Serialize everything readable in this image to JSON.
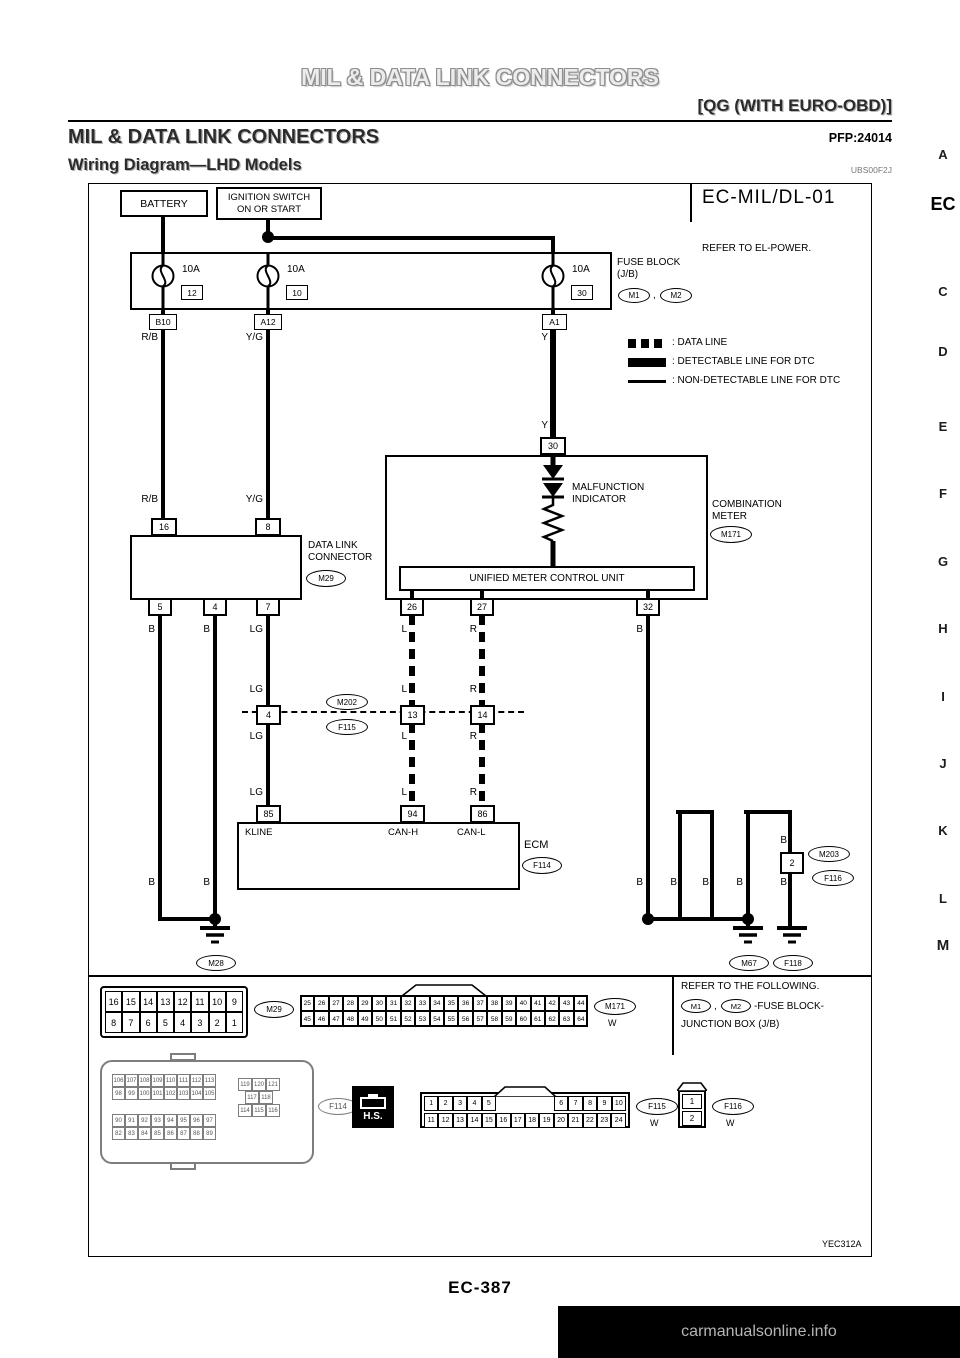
{
  "header": {
    "watermark_title": "MIL & DATA LINK CONNECTORS",
    "variant": "[QG (WITH EURO-OBD)]",
    "section_title": "MIL & DATA LINK CONNECTORS",
    "pfp": "PFP:24014",
    "subtitle": "Wiring Diagram—LHD Models",
    "doc_code": "UBS00F2J"
  },
  "side_index": [
    "A",
    "EC",
    "C",
    "D",
    "E",
    "F",
    "G",
    "H",
    "I",
    "J",
    "K",
    "L",
    "M"
  ],
  "diagram": {
    "title": "EC-MIL/DL-01",
    "figure_code": "YEC312A",
    "battery_label": "BATTERY",
    "ignition_label_1": "IGNITION SWITCH",
    "ignition_label_2": "ON OR START",
    "refer_power": "REFER TO EL-POWER.",
    "fuse_block": {
      "label_1": "FUSE BLOCK",
      "label_2": "(J/B)",
      "conn_a": "M1",
      "comma": ",",
      "conn_b": "M2",
      "fuses": [
        {
          "amp": "10A",
          "pin": "12"
        },
        {
          "amp": "10A",
          "pin": "10"
        },
        {
          "amp": "10A",
          "pin": "30"
        }
      ]
    },
    "tags": [
      "B10",
      "A12",
      "A1"
    ],
    "wire_colors": {
      "rb": "R/B",
      "yg": "Y/G",
      "y": "Y",
      "b": "B",
      "lg": "LG",
      "l": "L",
      "r": "R"
    },
    "legend": {
      "data_line": ": DATA LINE",
      "detectable": ": DETECTABLE LINE FOR DTC",
      "non_detectable": ": NON-DETECTABLE LINE FOR DTC"
    },
    "meter": {
      "pin_top": "30",
      "mil_1": "MALFUNCTION",
      "mil_2": "INDICATOR",
      "unit": "UNIFIED METER CONTROL UNIT",
      "name_1": "COMBINATION",
      "name_2": "METER",
      "conn": "M171",
      "pins_bottom": [
        "26",
        "27",
        "32"
      ]
    },
    "dlc": {
      "pins_top": [
        "16",
        "8"
      ],
      "pins_bottom": [
        "5",
        "4",
        "7"
      ],
      "name_1": "DATA LINK",
      "name_2": "CONNECTOR",
      "conn": "M29"
    },
    "junction": {
      "pins": [
        "4",
        "13",
        "14"
      ],
      "conn_top": "M202",
      "conn_bottom": "F115"
    },
    "ecm": {
      "pins": [
        "85",
        "94",
        "86"
      ],
      "pin_names": [
        "KLINE",
        "CAN-H",
        "CAN-L"
      ],
      "name": "ECM",
      "conn": "F114"
    },
    "joint": {
      "pin": "2",
      "conn_top": "M203",
      "conn_bottom": "F116"
    },
    "grounds": {
      "left": "M28",
      "mid": "M67",
      "right": "F118"
    }
  },
  "connector_layouts": {
    "m29": {
      "row1": [
        "16",
        "15",
        "14",
        "13",
        "12",
        "11",
        "10",
        "9"
      ],
      "row2": [
        "8",
        "7",
        "6",
        "5",
        "4",
        "3",
        "2",
        "1"
      ],
      "label": "M29"
    },
    "m171": {
      "row1": [
        "25",
        "26",
        "27",
        "28",
        "29",
        "30",
        "31",
        "32",
        "33",
        "34",
        "35",
        "36",
        "37",
        "38",
        "39",
        "40",
        "41",
        "42",
        "43",
        "44"
      ],
      "row2": [
        "45",
        "46",
        "47",
        "48",
        "49",
        "50",
        "51",
        "52",
        "53",
        "54",
        "55",
        "56",
        "57",
        "58",
        "59",
        "60",
        "61",
        "62",
        "63",
        "64"
      ],
      "label": "M171",
      "color": "W"
    },
    "refer_following": {
      "line1": "REFER TO THE FOLLOWING.",
      "conn_a": "M1",
      "comma": ",",
      "conn_b": "M2",
      "line2": "-FUSE BLOCK-",
      "line3": "JUNCTION BOX (J/B)"
    },
    "f114": {
      "row1": [
        "106",
        "107",
        "108",
        "109",
        "110",
        "111",
        "112",
        "113"
      ],
      "row2": [
        "98",
        "99",
        "100",
        "101",
        "102",
        "103",
        "104",
        "105"
      ],
      "rowb1": [
        "119",
        "120",
        "121"
      ],
      "rowb2": [
        "117",
        "118"
      ],
      "rowb3": [
        "114",
        "115",
        "116"
      ],
      "row3": [
        "90",
        "91",
        "92",
        "93",
        "94",
        "95",
        "96",
        "97"
      ],
      "row4": [
        "82",
        "83",
        "84",
        "85",
        "86",
        "87",
        "88",
        "89"
      ],
      "label": "F114",
      "hs": "H.S."
    },
    "f115": {
      "row1a": [
        "1",
        "2",
        "3",
        "4",
        "5"
      ],
      "row1b": [
        "6",
        "7",
        "8",
        "9",
        "10"
      ],
      "row2": [
        "11",
        "12",
        "13",
        "14",
        "15",
        "16",
        "17",
        "18",
        "19",
        "20",
        "21",
        "22",
        "23",
        "24"
      ],
      "label": "F115",
      "color": "W"
    },
    "f116": {
      "pin1": "1",
      "pin2": "2",
      "label": "F116",
      "color": "W"
    }
  },
  "footer": {
    "page_number": "EC-387",
    "site": "carmanualsonline.info"
  }
}
